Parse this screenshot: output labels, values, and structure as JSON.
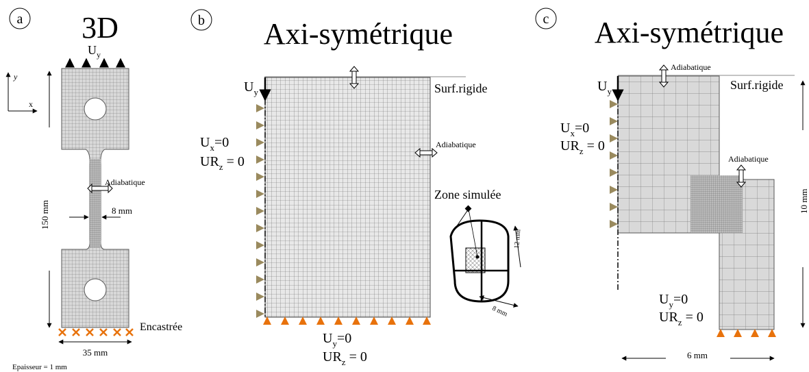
{
  "panels": {
    "a": {
      "letter": "a",
      "title": "3D",
      "load": "U",
      "load_sub": "y",
      "axis_y": "y",
      "axis_x": "x",
      "adiabatic": "Adiabatique",
      "width_label": "8 mm",
      "length_label": "150 mm",
      "base_label": "35 mm",
      "clamp_label": "Encastrée",
      "thickness_label": "Epaisseur = 1 mm"
    },
    "b": {
      "letter": "b",
      "title": "Axi-symétrique",
      "load": "U",
      "load_sub": "y",
      "surface": "Surf.rigide",
      "bc_left_1": "U",
      "bc_left_1_sub": "x",
      "bc_left_1_tail": "=0",
      "bc_left_2": "UR",
      "bc_left_2_sub": "z",
      "bc_left_2_tail": " = 0",
      "adiabatic": "Adiabatique",
      "zone_label": "Zone simulée",
      "zone_dim_v": "12 mm",
      "zone_dim_h": "8 mm",
      "bc_bottom_1": "U",
      "bc_bottom_1_sub": "y",
      "bc_bottom_1_tail": "=0",
      "bc_bottom_2": "UR",
      "bc_bottom_2_sub": "z",
      "bc_bottom_2_tail": " = 0"
    },
    "c": {
      "letter": "c",
      "title": "Axi-symétrique",
      "adiabatic_top": "Adiabatique",
      "surface": "Surf.rigide",
      "load": "U",
      "load_sub": "y",
      "bc_left_1": "U",
      "bc_left_1_sub": "x",
      "bc_left_1_tail": "=0",
      "bc_left_2": "UR",
      "bc_left_2_sub": "z",
      "bc_left_2_tail": " = 0",
      "adiabatic_mid": "Adiabatique",
      "height_label": "10 mm",
      "bc_bottom_1": "U",
      "bc_bottom_1_sub": "y",
      "bc_bottom_1_tail": "=0",
      "bc_bottom_2": "UR",
      "bc_bottom_2_sub": "z",
      "bc_bottom_2_tail": " = 0",
      "width_label": "6 mm"
    }
  },
  "colors": {
    "mesh_fill": "#d9d9d9",
    "mesh_line": "#6d6d6d",
    "support_olive": "#9a8a5e",
    "support_orange": "#e8720c",
    "rigid_surface": "#a0a0a0"
  }
}
